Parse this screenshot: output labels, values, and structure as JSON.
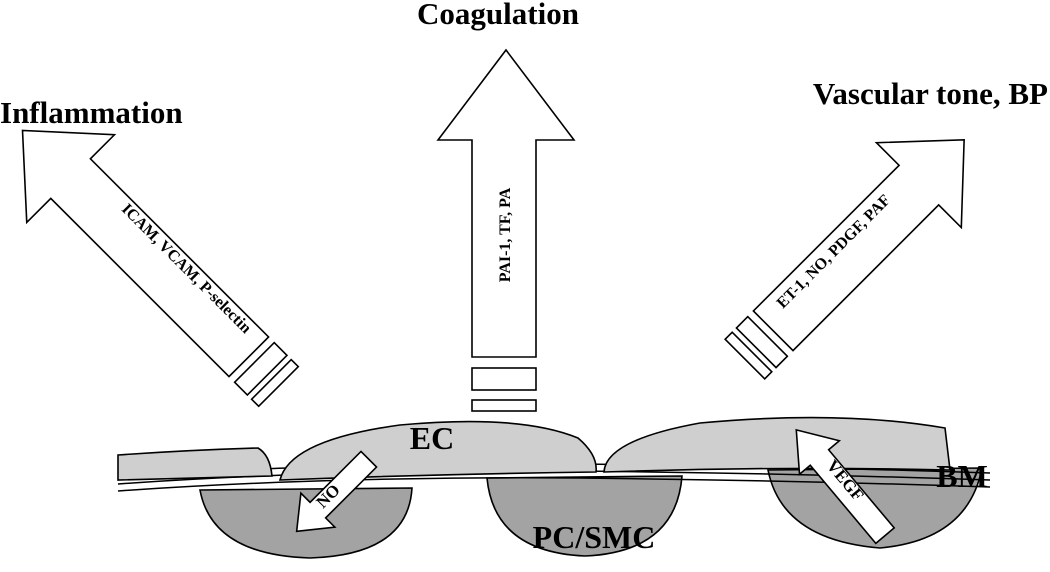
{
  "outcomes": {
    "inflammation": "Inflammation",
    "coagulation": "Coagulation",
    "vascular_tone": "Vascular tone, BP"
  },
  "arrows": {
    "left": "ICAM, VCAM, P-selectin",
    "center": "PAI-1, TF, PA",
    "right": "ET-1, NO, PDGF, PAF"
  },
  "cells": {
    "ec": "EC",
    "pc": "PC/SMC",
    "bm": "BM"
  },
  "signals": {
    "no": "NO",
    "vegf": "VEGF"
  }
}
